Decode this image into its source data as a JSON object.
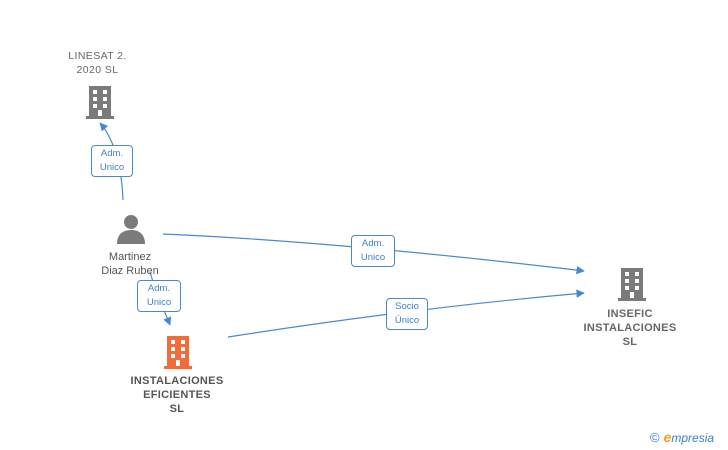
{
  "nodes": {
    "linesat": {
      "label": "LINESAT 2.\n2020  SL",
      "kind": "company"
    },
    "martinez": {
      "label": "Martinez\nDiaz Ruben",
      "kind": "person"
    },
    "insefic": {
      "label": "INSEFIC\nINSTALACIONES\nSL",
      "kind": "company"
    },
    "instalaciones": {
      "label": "INSTALACIONES\nEFICIENTES\nSL",
      "kind": "company-focus"
    }
  },
  "edges": {
    "e1": {
      "label": "Adm.\nUnico"
    },
    "e2": {
      "label": "Adm.\nUnico"
    },
    "e3": {
      "label": "Adm.\nUnico"
    },
    "e4": {
      "label": "Socio\nÚnico"
    }
  },
  "colors": {
    "edge": "#4a88cc",
    "company_icon": "#7b7b7b",
    "focus_icon": "#f26b3a",
    "person_icon": "#7b7b7b"
  },
  "watermark": {
    "copyright": "©",
    "brand_initial": "e",
    "brand_rest": "mpresia"
  }
}
